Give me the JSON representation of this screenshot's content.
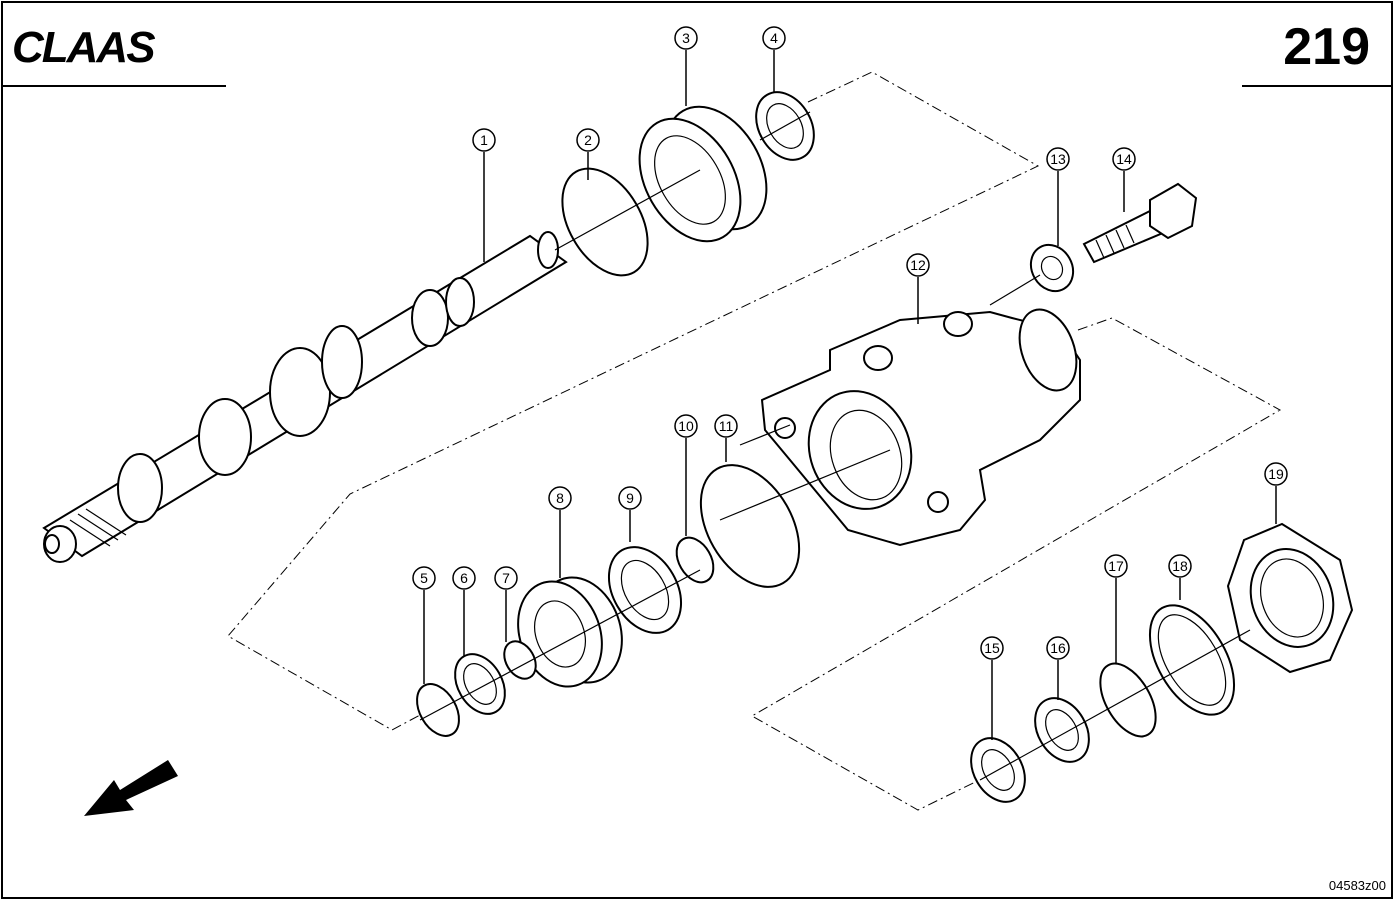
{
  "header": {
    "brand": "CLAAS",
    "page_number": "219"
  },
  "footer": {
    "drawing_code": "04583z00"
  },
  "callouts": [
    {
      "id": "c1",
      "label": "1"
    },
    {
      "id": "c2",
      "label": "2"
    },
    {
      "id": "c3",
      "label": "3"
    },
    {
      "id": "c4",
      "label": "4"
    },
    {
      "id": "c5",
      "label": "5"
    },
    {
      "id": "c6",
      "label": "6"
    },
    {
      "id": "c7",
      "label": "7"
    },
    {
      "id": "c8",
      "label": "8"
    },
    {
      "id": "c9",
      "label": "9"
    },
    {
      "id": "c10",
      "label": "10"
    },
    {
      "id": "c11",
      "label": "11"
    },
    {
      "id": "c12",
      "label": "12"
    },
    {
      "id": "c13",
      "label": "13"
    },
    {
      "id": "c14",
      "label": "14"
    },
    {
      "id": "c15",
      "label": "15"
    },
    {
      "id": "c16",
      "label": "16"
    },
    {
      "id": "c17",
      "label": "17"
    },
    {
      "id": "c18",
      "label": "18"
    },
    {
      "id": "c19",
      "label": "19"
    }
  ]
}
